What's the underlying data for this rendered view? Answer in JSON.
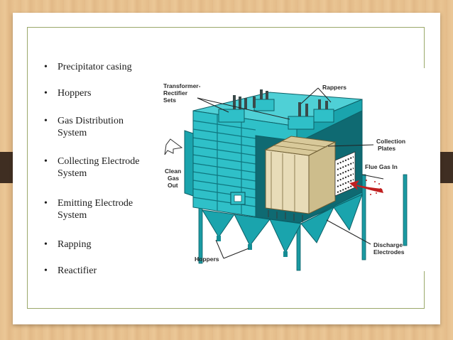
{
  "bullets": [
    "Precipitator casing",
    "Hoppers",
    "Gas Distribution System",
    "Collecting Electrode System",
    "Emitting Electrode System",
    "Rapping",
    "Reactifier"
  ],
  "diagram": {
    "labels": {
      "transformer_1": "Transformer-",
      "transformer_2": "Rectifier",
      "transformer_3": "Sets",
      "rappers": "Rappers",
      "collection_1": "Collection",
      "collection_2": "Plates",
      "clean_1": "Clean",
      "clean_2": "Gas",
      "clean_3": "Out",
      "flue": "Flue Gas In",
      "discharge_1": "Discharge",
      "discharge_2": "Electrodes",
      "hoppers": "Hoppers"
    },
    "colors": {
      "casing": "#2fc0c8",
      "casing_dark": "#158c94",
      "plates": "#e8dcb8",
      "flue_arrow": "#c02020"
    }
  }
}
